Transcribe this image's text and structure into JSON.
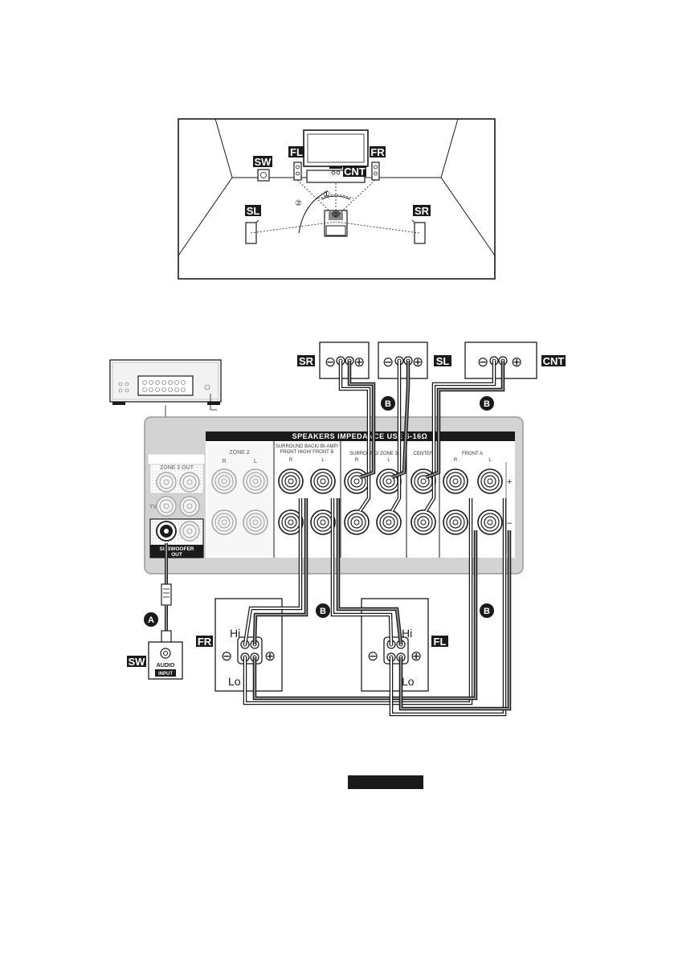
{
  "room": {
    "labels": {
      "sw": "SW",
      "fl": "FL",
      "fr": "FR",
      "cnt": "CNT",
      "sl": "SL",
      "sr": "SR"
    },
    "angle_marks": {
      "one": "①",
      "two": "②"
    }
  },
  "speakers_top": {
    "sr": "SR",
    "sl": "SL",
    "cnt": "CNT"
  },
  "cable_tags": {
    "a": "A",
    "b": "B"
  },
  "panel": {
    "speakers_header": "SPEAKERS  IMPEDANCE USE 6-16Ω",
    "zone2_label": "ZONE 2",
    "zone2_r": "R",
    "zone2_l": "L",
    "sb_label_line1": "SURROUND BACK/ BI-AMP/",
    "sb_label_line2": "FRONT HIGH/ FRONT B",
    "sb_r": "R",
    "sb_l": "L",
    "surround_label": "SURROUND/ ZONE 3",
    "sur_r": "R",
    "sur_l": "L",
    "center_label": "CENTER",
    "fronta_label": "FRONT A",
    "fa_r": "R",
    "fa_l": "L",
    "plus": "+",
    "minus": "–",
    "zone2out_label": "ZONE 2 OUT",
    "tv_label": "TV",
    "sub_out_line1": "SUBWOOFER",
    "sub_out_line2": "OUT"
  },
  "front_speakers": {
    "fr": "FR",
    "fl": "FL",
    "hi": "Hi",
    "lo": "Lo"
  },
  "subwoofer": {
    "tag": "SW",
    "audio": "AUDIO",
    "input": "INPUT"
  }
}
